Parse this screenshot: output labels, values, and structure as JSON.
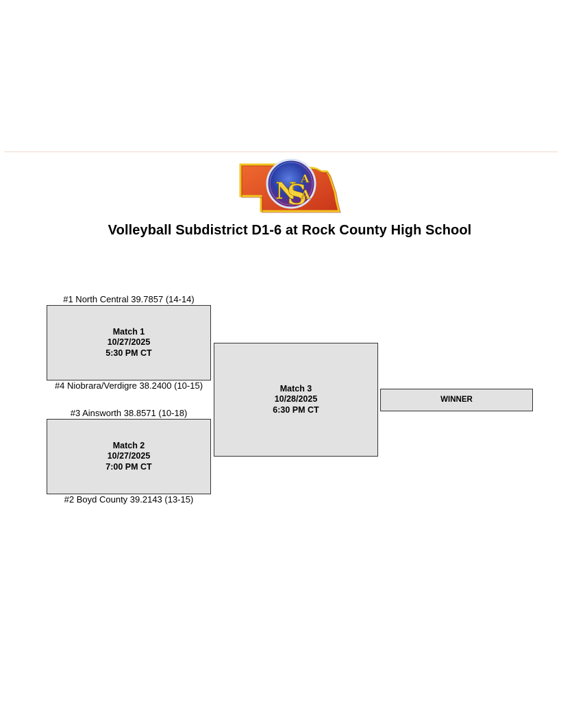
{
  "title": "Volleyball Subdistrict D1-6 at Rock County High School",
  "logo": {
    "name": "nsaa-logo-nebraska",
    "letters": [
      "N",
      "S",
      "A",
      "A"
    ],
    "colors": {
      "state_fill": "#e0471f",
      "state_border": "#f2c51f",
      "circle_fill": "#2a3fa8",
      "letters": "#f5d23a"
    }
  },
  "bracket": {
    "matches": [
      {
        "label": "Match 1",
        "date": "10/27/2025",
        "time": "5:30 PM CT"
      },
      {
        "label": "Match 2",
        "date": "10/27/2025",
        "time": "7:00 PM CT"
      },
      {
        "label": "Match 3",
        "date": "10/28/2025",
        "time": "6:30 PM CT"
      }
    ],
    "teams": {
      "seed1": "#1 North Central 39.7857 (14-14)",
      "seed4": "#4 Niobrara/Verdigre 38.2400 (10-15)",
      "seed3": "#3 Ainsworth 38.8571 (10-18)",
      "seed2": "#2 Boyd County 39.2143 (13-15)"
    },
    "winner_label": "WINNER",
    "box_color": "#e2e2e2"
  }
}
